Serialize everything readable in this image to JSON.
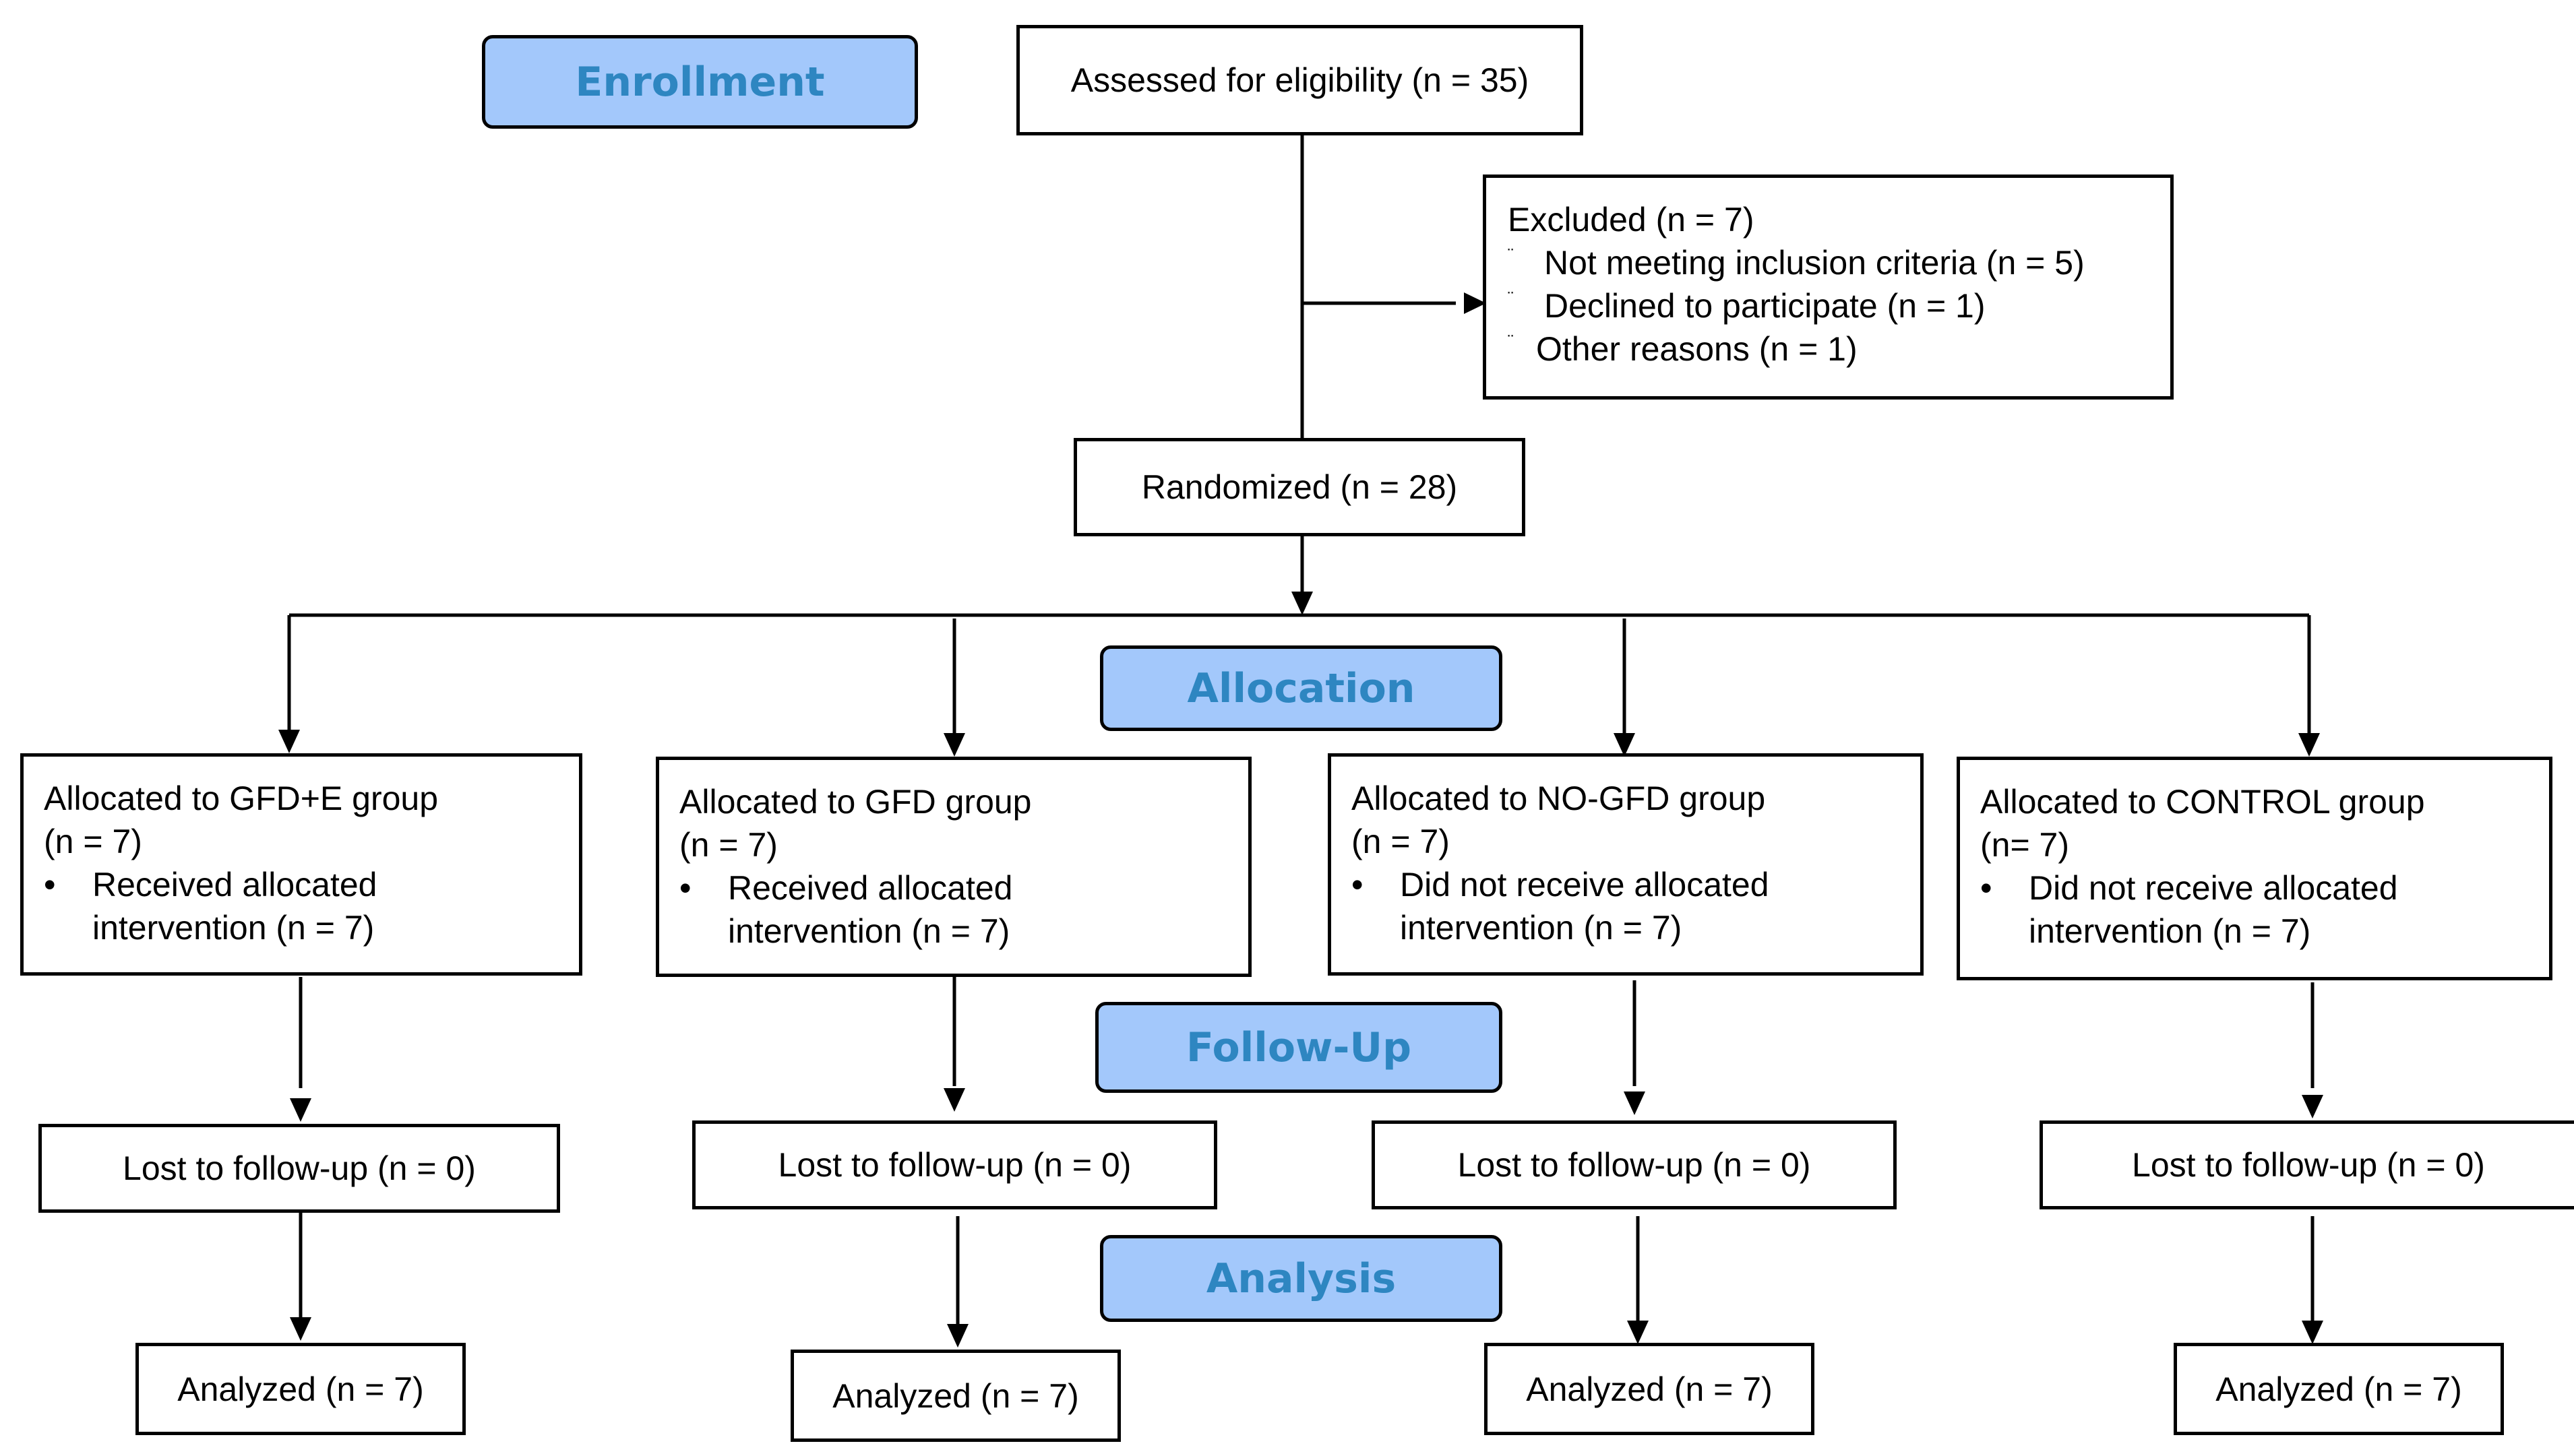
{
  "stages": {
    "enrollment": "Enrollment",
    "allocation": "Allocation",
    "follow_up": "Follow-Up",
    "analysis": "Analysis"
  },
  "assessed": "Assessed for eligibility (n = 35)",
  "excluded": {
    "title": "Excluded  (n = 7)",
    "marker": "¨",
    "reasons": [
      "Not meeting inclusion criteria (n = 5)",
      "Declined to participate (n = 1)",
      "Other reasons (n = 1)"
    ]
  },
  "randomized": "Randomized (n = 28)",
  "bullet": "•",
  "groups": [
    {
      "title": "Allocated to GFD+E group",
      "n": "(n = 7)",
      "detail_1": "Received allocated",
      "detail_2": "intervention (n = 7)",
      "lost": "Lost to follow-up (n = 0)",
      "analyzed": "Analyzed  (n = 7)"
    },
    {
      "title": "Allocated to GFD group",
      "n": "(n = 7)",
      "detail_1": "Received allocated",
      "detail_2": "intervention (n = 7)",
      "lost": "Lost to follow-up (n = 0)",
      "analyzed": "Analyzed  (n = 7)"
    },
    {
      "title": "Allocated to NO-GFD group",
      "n": "(n = 7)",
      "detail_1": "Did not receive allocated",
      "detail_2": "intervention (n = 7)",
      "lost": "Lost to follow-up (n = 0)",
      "analyzed": "Analyzed  (n = 7)"
    },
    {
      "title": "Allocated to CONTROL group",
      "n": "(n= 7)",
      "detail_1": "Did not receive allocated",
      "detail_2": "intervention (n = 7)",
      "lost": "Lost to follow-up (n = 0)",
      "analyzed": "Analyzed  (n = 7)"
    }
  ]
}
